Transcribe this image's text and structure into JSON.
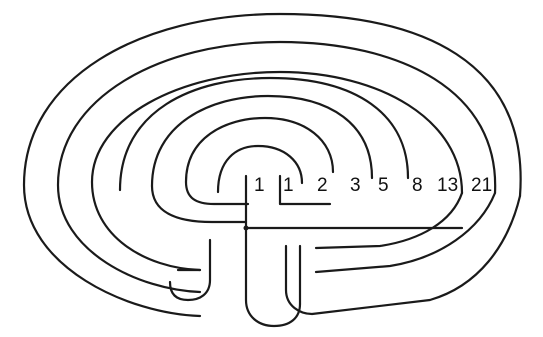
{
  "diagram": {
    "labels": [
      "1",
      "1",
      "2",
      "3",
      "5",
      "8",
      "13",
      "21"
    ],
    "stroke_color": "#1a1a1a",
    "background_color": "#ffffff"
  }
}
